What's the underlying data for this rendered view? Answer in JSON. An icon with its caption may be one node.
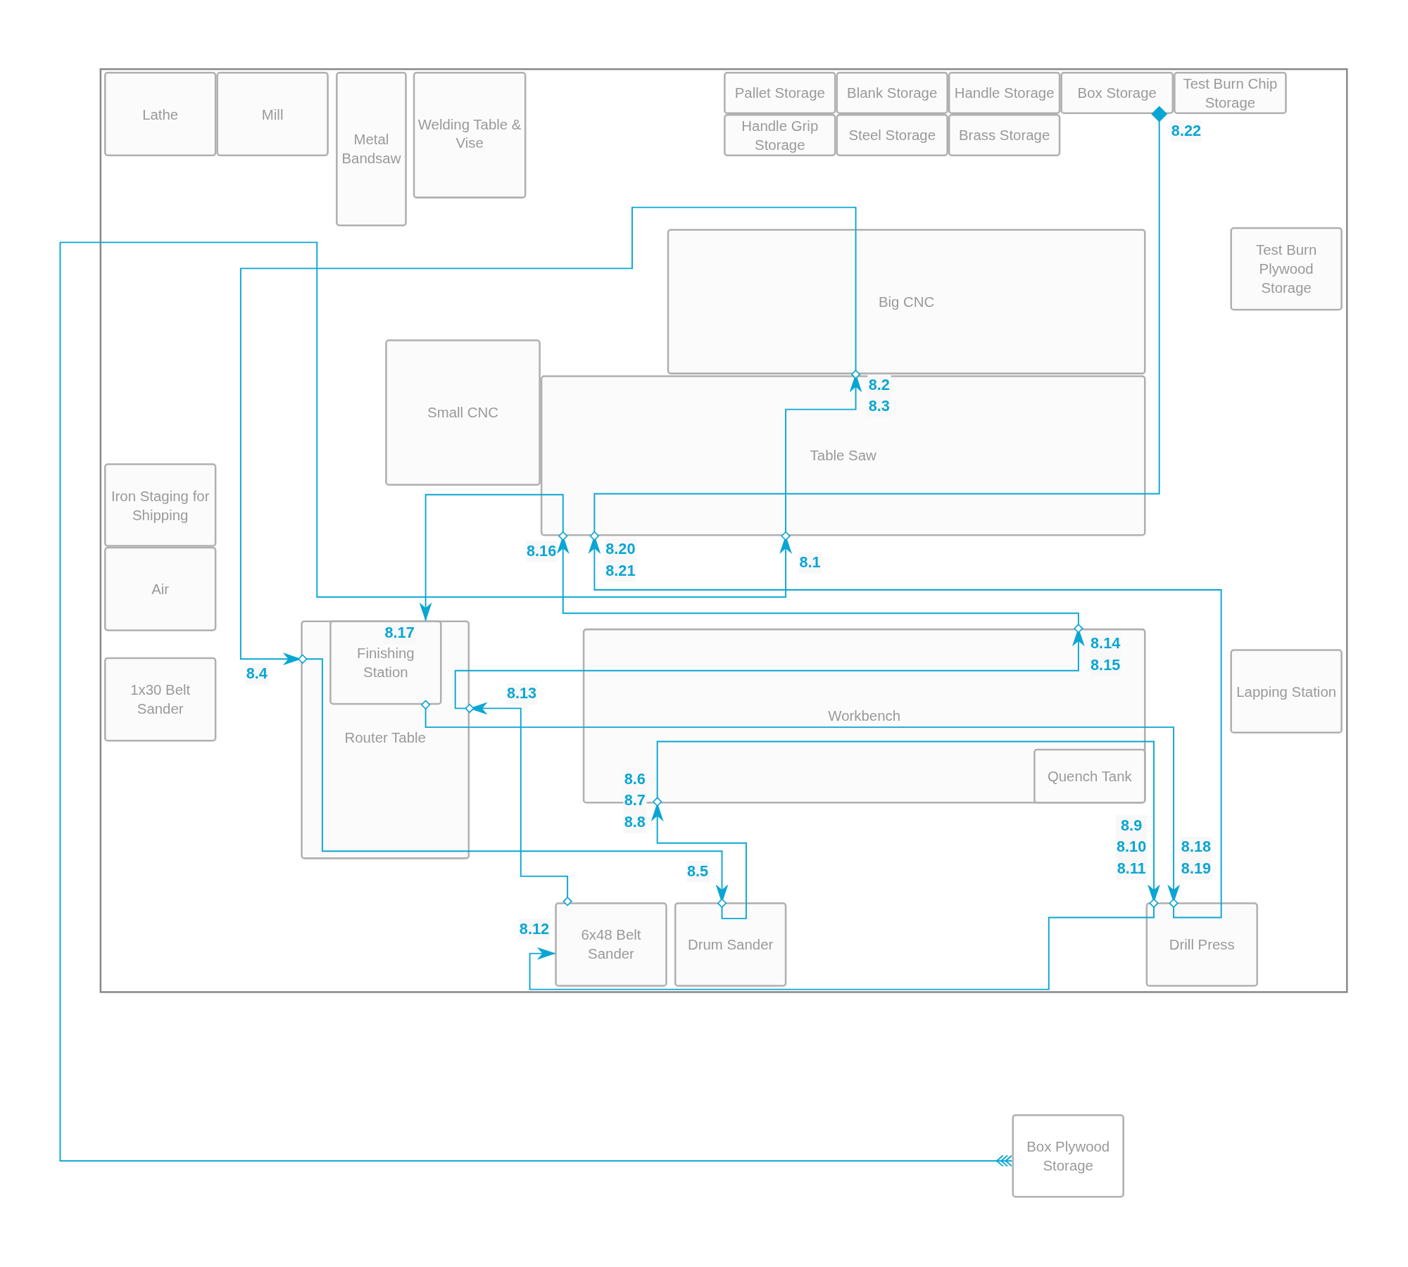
{
  "diagram": {
    "nodes": [
      {
        "text": [],
        "shape": "box"
      },
      {
        "text": [
          "Lathe"
        ],
        "in": 0
      },
      {
        "text": [
          "Mill"
        ],
        "in": 0
      },
      {
        "text": [
          "Metal Bandsaw"
        ],
        "in": 0
      },
      {
        "text": [
          "Welding Table & Vise"
        ],
        "in": 0
      },
      {
        "text": [
          "Pallet Storage"
        ],
        "in": 0
      },
      {
        "text": [
          "Blank Storage"
        ],
        "in": 0
      },
      {
        "text": [
          "Handle Storage"
        ],
        "in": 0
      },
      {
        "text": [
          "Box Storage"
        ],
        "in": 0
      },
      {
        "text": [
          "Test Burn Chip Storage"
        ],
        "in": 0
      },
      {
        "text": [
          "Handle Grip Storage"
        ],
        "in": 0
      },
      {
        "text": [
          "Steel Storage"
        ],
        "in": 0
      },
      {
        "text": [
          "Brass Storage"
        ],
        "in": 0
      },
      {
        "text": [
          "Big CNC"
        ],
        "in": 0
      },
      {
        "text": [
          "Test Burn Plywood Storage"
        ],
        "in": 0
      },
      {
        "text": [
          "Small CNC"
        ],
        "in": 0
      },
      {
        "text": [
          "Table Saw"
        ],
        "in": 0
      },
      {
        "text": [
          "Iron Staging for Shipping"
        ],
        "in": 0
      },
      {
        "text": [
          "Air"
        ],
        "in": 0
      },
      {
        "text": [
          "Router Table"
        ],
        "in": 0
      },
      {
        "text": [
          "Finishing Station"
        ],
        "in": 19
      },
      {
        "text": [
          "Workbench"
        ],
        "in": 0
      },
      {
        "text": [
          "Quench Tank"
        ],
        "in": 21
      },
      {
        "text": [
          "1x30 Belt Sander"
        ],
        "in": 0
      },
      {
        "text": [
          "Lapping Station"
        ],
        "in": 0
      },
      {
        "text": [
          "6x48 Belt Sander"
        ],
        "in": 0
      },
      {
        "text": [
          "Drum Sander"
        ],
        "in": 0
      },
      {
        "text": [
          "Drill Press"
        ],
        "in": 0
      },
      {
        "text": [
          "Box Plywood Storage"
        ]
      }
    ],
    "edges": [
      {
        "from": 28,
        "to": 16,
        "arrow": "to",
        "label": "8.1"
      },
      {
        "from": 16,
        "to": 13,
        "arrow": "to",
        "label": "8.2 8.3"
      },
      {
        "from": 13,
        "to": 19,
        "arrow": "to",
        "label": "8.4"
      },
      {
        "from": 19,
        "to": 26,
        "arrow": "to",
        "label": "8.5"
      },
      {
        "from": 26,
        "to": 21,
        "arrow": "to",
        "label": "8.6 8.7 8.8"
      },
      {
        "from": 21,
        "to": 27,
        "arrow": "to",
        "label": "8.9 8.10 8.11"
      },
      {
        "from": 27,
        "to": 25,
        "arrow": "to",
        "label": "8.12"
      },
      {
        "from": 25,
        "to": 19,
        "arrow": "to",
        "label": "8.13"
      },
      {
        "from": 19,
        "to": 21,
        "arrow": "to",
        "label": "8.14 8.15"
      },
      {
        "from": 21,
        "to": 16,
        "arrow": "to",
        "label": "8.16"
      },
      {
        "from": 16,
        "to": 20,
        "arrow": "to",
        "label": "8.17"
      },
      {
        "from": 20,
        "to": 27,
        "arrow": "to",
        "label": "8.18 8.19"
      },
      {
        "from": 27,
        "to": 16,
        "arrow": "to",
        "label": "8.20 8.21"
      },
      {
        "from": 16,
        "to": 8,
        "arrow": "other",
        "label": "8.22"
      }
    ]
  }
}
